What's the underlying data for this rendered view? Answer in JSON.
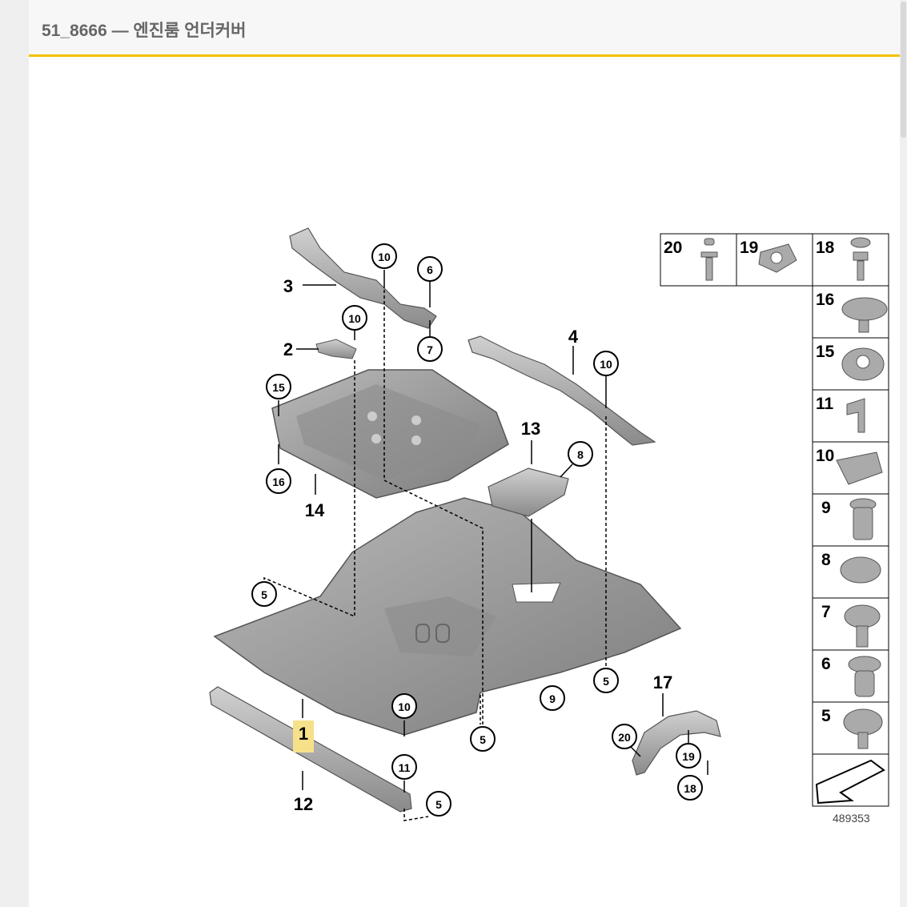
{
  "header": {
    "title": "51_8666 — 엔진룸 언더커버"
  },
  "diagram_id": "489353",
  "callouts": [
    "20",
    "19",
    "18",
    "16",
    "15",
    "11",
    "10",
    "9",
    "8",
    "7",
    "6",
    "5",
    "4",
    "3",
    "2",
    "1",
    "12",
    "13",
    "14",
    "17"
  ],
  "colors": {
    "accent": "#f2c200",
    "highlight": "#f7e08a",
    "part_fill": "#9a9a9a",
    "line": "#000000"
  }
}
